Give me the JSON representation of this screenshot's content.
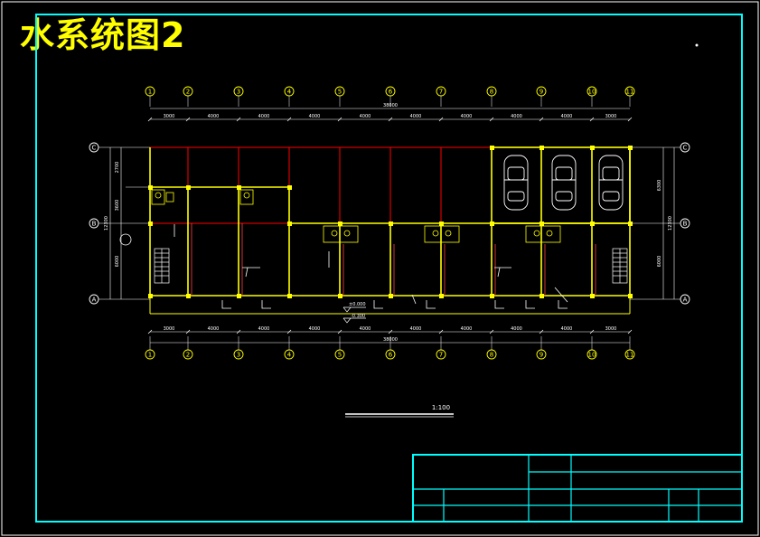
{
  "title": "水系统图2",
  "scale_label": "1:100",
  "axes_horizontal": [
    "1",
    "2",
    "3",
    "4",
    "5",
    "6",
    "7",
    "8",
    "9",
    "10",
    "11"
  ],
  "axes_vertical": [
    "A",
    "B",
    "C"
  ],
  "spans_top": [
    "3000",
    "4000",
    "4000",
    "4000",
    "4000",
    "4000",
    "4000",
    "4000",
    "4000",
    "3000"
  ],
  "spans_bottom": [
    "3000",
    "4000",
    "4000",
    "4000",
    "4000",
    "4000",
    "4000",
    "4000",
    "4000",
    "3000"
  ],
  "total_length_top": "38000",
  "total_length_bottom": "38000",
  "left_dims": [
    "2700",
    "3600",
    "6000"
  ],
  "left_total": "12300",
  "right_dims": [
    "6300",
    "6000"
  ],
  "right_total": "12300",
  "elevation_label": "±0.000",
  "elevation_label_2": "-0.300",
  "colors": {
    "background": "#000000",
    "frame": "#00ffff",
    "axis": "#ffff00",
    "wall": "#ffff00",
    "grid_red": "#ff0000",
    "dimension": "#ffffff",
    "fixture": "#ffffff"
  }
}
